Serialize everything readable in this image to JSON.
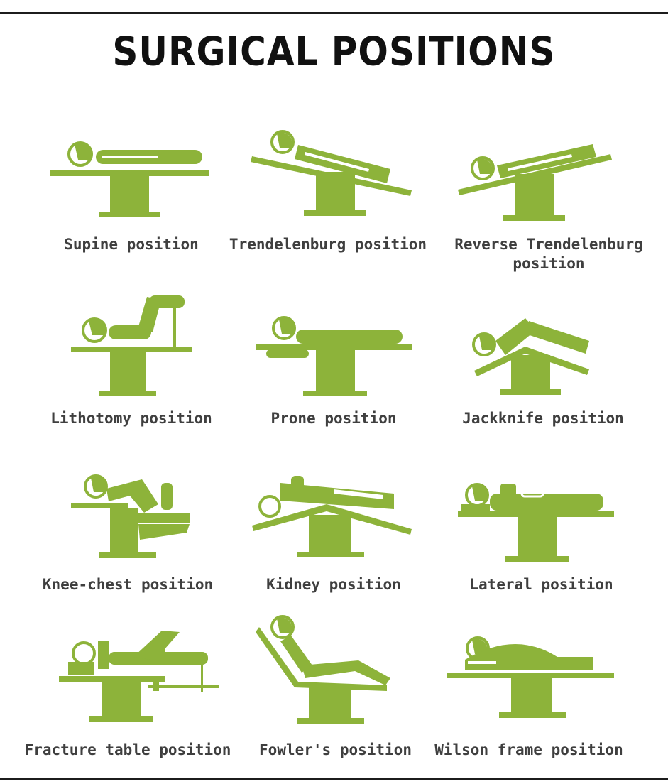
{
  "title": "SURGICAL POSITIONS",
  "colors": {
    "figure_green": "#8db33a",
    "text_dark": "#3f3f3f",
    "title": "#111111"
  },
  "positions": [
    {
      "label": "Supine position",
      "icon": "supine-figure"
    },
    {
      "label": "Trendelenburg position",
      "icon": "trendelenburg-figure"
    },
    {
      "label": "Reverse Trendelenburg position",
      "icon": "reverse-trendelenburg-figure"
    },
    {
      "label": "Lithotomy position",
      "icon": "lithotomy-figure"
    },
    {
      "label": "Prone position",
      "icon": "prone-figure"
    },
    {
      "label": "Jackknife position",
      "icon": "jackknife-figure"
    },
    {
      "label": "Knee-chest position",
      "icon": "knee-chest-figure"
    },
    {
      "label": "Kidney position",
      "icon": "kidney-figure"
    },
    {
      "label": "Lateral position",
      "icon": "lateral-figure"
    },
    {
      "label": "Fracture table position",
      "icon": "fracture-table-figure"
    },
    {
      "label": "Fowler's position",
      "icon": "fowlers-figure"
    },
    {
      "label": "Wilson frame position",
      "icon": "wilson-frame-figure"
    }
  ]
}
